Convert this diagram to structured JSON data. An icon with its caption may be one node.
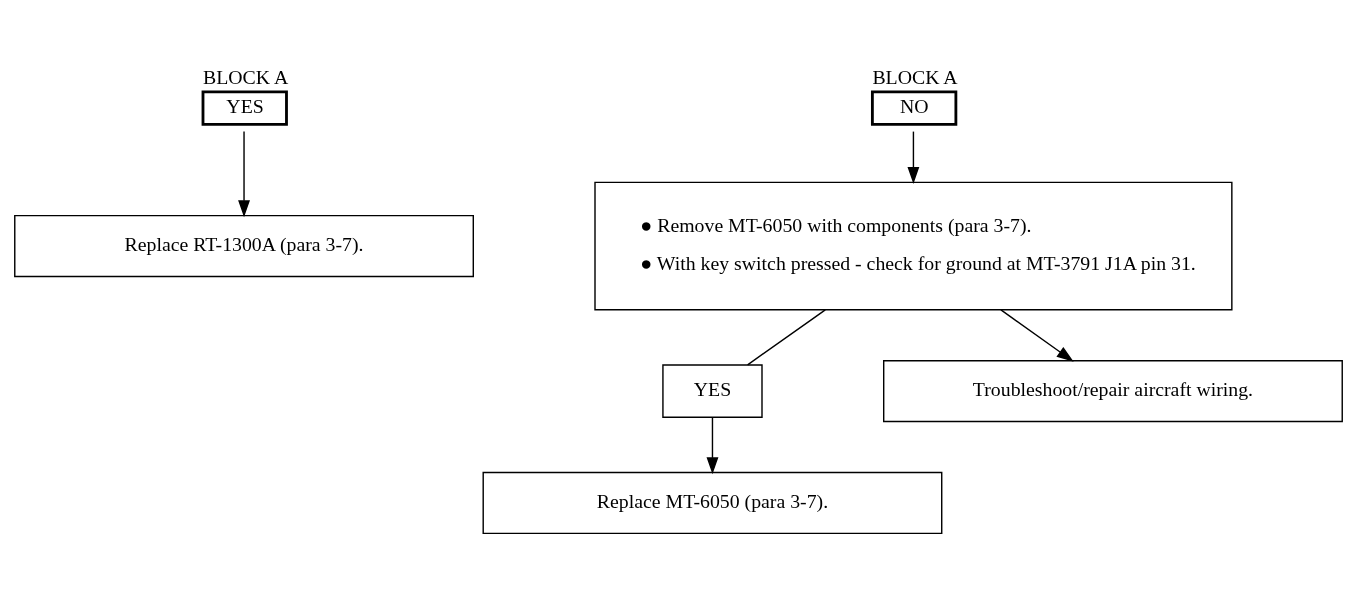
{
  "diagram": {
    "nodes": [
      {
        "text": [
          "BLOCK A",
          "YES"
        ]
      },
      {
        "text": [
          "Replace RT-1300A (para 3-7)."
        ]
      },
      {
        "text": [
          "BLOCK A",
          "NO"
        ]
      },
      {
        "text": [
          "● Remove MT-6050 with components (para 3-7).",
          "● With key switch pressed - check for ground at MT-3791 J1A pin 31."
        ]
      },
      {
        "text": [
          "YES"
        ]
      },
      {
        "text": [
          "Replace MT-6050 (para 3-7)."
        ]
      },
      {
        "text": [
          "Troubleshoot/repair aircraft wiring."
        ]
      }
    ],
    "edges": [
      {
        "from": 0,
        "to": 1,
        "arrow": "to"
      },
      {
        "from": 2,
        "to": 3,
        "arrow": "to"
      },
      {
        "from": 3,
        "to": 4,
        "arrow": "none"
      },
      {
        "from": 4,
        "to": 5,
        "arrow": "to"
      },
      {
        "from": 3,
        "to": 6,
        "arrow": "to"
      }
    ]
  }
}
